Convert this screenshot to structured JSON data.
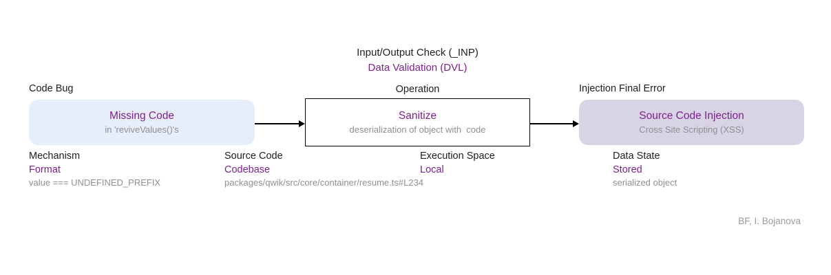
{
  "diagram": {
    "operation_caption": {
      "line1": "Input/Output Check (_INP)",
      "line2": "Data Validation (DVL)"
    },
    "labels": {
      "code_bug": "Code Bug",
      "operation": "Operation",
      "injection_final_error": "Injection Final Error"
    },
    "nodes": {
      "bug": {
        "title": "Missing Code",
        "subtitle": "in 'reviveValues()'s"
      },
      "operation": {
        "title": "Sanitize",
        "subtitle": "deserialization of object with  code"
      },
      "error": {
        "title": "Source Code Injection",
        "subtitle": "Cross Site Scripting (XSS)"
      }
    },
    "attributes": [
      {
        "label": "Mechanism",
        "value": "Format",
        "detail": "value === UNDEFINED_PREFIX"
      },
      {
        "label": "Source Code",
        "value": "Codebase",
        "detail": "packages/qwik/src/core/container/resume.ts#L234"
      },
      {
        "label": "Execution Space",
        "value": "Local",
        "detail": ""
      },
      {
        "label": "Data State",
        "value": "Stored",
        "detail": "serialized object"
      }
    ],
    "footer": "BF, I. Bojanova",
    "colors": {
      "accent_purple": "#7d2090",
      "muted_gray": "#8f8f8f",
      "bug_box_fill": "#e7eefb",
      "error_box_fill": "#d9d3e6",
      "operation_box_border": "#000000",
      "background": "#ffffff"
    }
  }
}
